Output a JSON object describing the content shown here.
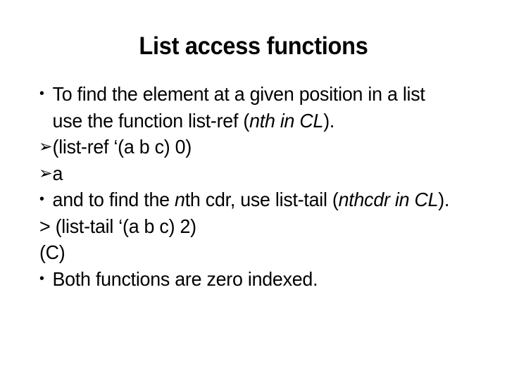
{
  "slide": {
    "title": "List access functions",
    "background_color": "#ffffff",
    "text_color": "#000000",
    "paragraphs": [
      {
        "id": "p1",
        "marker": "•",
        "marker_name": "bullet-dot",
        "runs": [
          {
            "text": "To find the element at a given position in a list use the function list-ref (",
            "style": "normal"
          },
          {
            "text": "nth in CL",
            "style": "italic"
          },
          {
            "text": ").",
            "style": "normal"
          }
        ],
        "plain_text": "To find the element at a given position in a list use the function list-ref (nth in CL)."
      },
      {
        "id": "p2",
        "marker": "➢",
        "marker_name": "bullet-arrow",
        "runs": [
          {
            "text": "(list-ref  ‘(a  b  c) 0)",
            "style": "normal"
          }
        ],
        "plain_text": "(list-ref  ‘(a  b  c) 0)"
      },
      {
        "id": "p3",
        "marker": "➢",
        "marker_name": "bullet-arrow",
        "runs": [
          {
            "text": "a",
            "style": "normal"
          }
        ],
        "plain_text": "a"
      },
      {
        "id": "p4",
        "marker": "•",
        "marker_name": "bullet-dot",
        "runs": [
          {
            "text": "and to find the ",
            "style": "normal"
          },
          {
            "text": "n",
            "style": "italic"
          },
          {
            "text": "th cdr,  use list-tail (",
            "style": "normal"
          },
          {
            "text": "nthcdr in CL",
            "style": "italic"
          },
          {
            "text": ").",
            "style": "normal"
          }
        ],
        "plain_text": "and to find the nth cdr,  use list-tail (nthcdr in CL)."
      },
      {
        "id": "p5",
        "marker": "",
        "marker_name": "prompt-gt",
        "runs": [
          {
            "text": "> (list-tail  ‘(a  b  c) 2)",
            "style": "normal"
          }
        ],
        "plain_text": "> (list-tail  ‘(a  b  c) 2)"
      },
      {
        "id": "p6",
        "marker": "",
        "marker_name": "result-line",
        "runs": [
          {
            "text": "(C)",
            "style": "normal"
          }
        ],
        "plain_text": "(C)"
      },
      {
        "id": "p7",
        "marker": "•",
        "marker_name": "bullet-dot",
        "runs": [
          {
            "text": "Both functions are zero indexed.",
            "style": "normal"
          }
        ],
        "plain_text": "Both functions are zero indexed."
      }
    ]
  }
}
